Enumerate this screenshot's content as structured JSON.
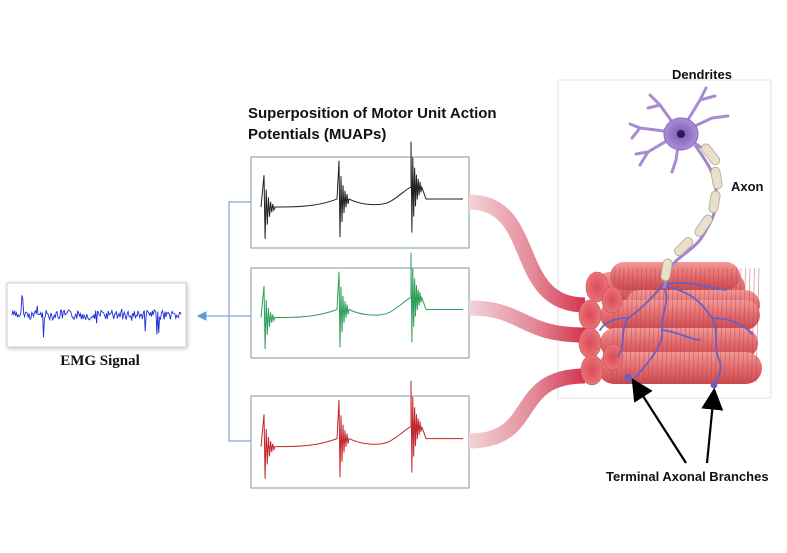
{
  "labels": {
    "muap_title_line1": "Superposition of Motor Unit Action",
    "muap_title_line2": "Potentials (MUAPs)",
    "emg_signal": "EMG Signal",
    "dendrites": "Dendrites",
    "axon": "Axon",
    "terminal_branches": "Terminal Axonal Branches"
  },
  "colors": {
    "muap_1": "#222222",
    "muap_2": "#2e9e5a",
    "muap_3": "#c0282d",
    "emg": "#1d2fd6",
    "muscle": "#e8797a",
    "muscle_dark": "#c8484e",
    "neuron": "#9b7bc4",
    "nerve_branch": "#6a5fc1",
    "connector": "#5b9bd5",
    "tube": "#e8a4ad"
  }
}
